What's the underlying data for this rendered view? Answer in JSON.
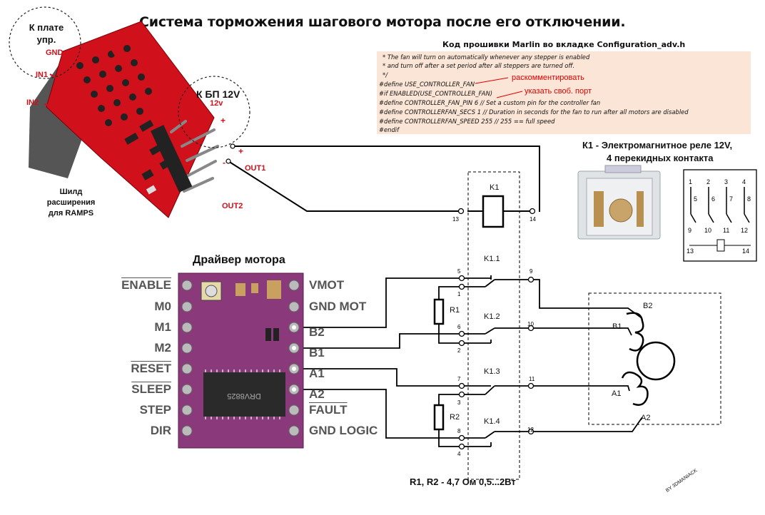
{
  "title": "Система торможения шагового мотора после его отключении.",
  "code_section": {
    "heading": "Код прошивки Marlin во вкладке Configuration_adv.h",
    "lines": [
      "* The fan will turn on automatically whenever any stepper is enabled",
      "* and turn off after a set period after all steppers are turned off.",
      "*/",
      "#define USE_CONTROLLER_FAN",
      "#if ENABLED(USE_CONTROLLER_FAN)",
      "  #define CONTROLLER_FAN_PIN 6  // Set a custom pin for the controller fan",
      "  #define CONTROLLERFAN_SECS 1          // Duration in seconds for the fan to run after all motors are disabled",
      "  #define CONTROLLERFAN_SPEED 255        // 255 == full speed",
      "#endif"
    ],
    "note_uncomment": "раскомментировать",
    "note_port": "указать своб. порт"
  },
  "shield": {
    "bubble_label": "К плате упр.",
    "gnd": "GND",
    "in1": "IN1",
    "in2": "IN2",
    "psu_label": "К БП 12V",
    "psu_voltage": "12v",
    "out1": "OUT1",
    "out2": "OUT2",
    "caption": "Шилд расширения для RAMPS",
    "plus1": "+",
    "minus1": "-",
    "plus2": "+",
    "minus2": "-"
  },
  "relay": {
    "title_line1": "К1 -  Электромагнитное реле  12V,",
    "title_line2": "4 перекидных контакта",
    "coil_label": "K1",
    "coil_pin_left": "13",
    "coil_pin_right": "14",
    "pinout_top": [
      "1",
      "2",
      "3",
      "4"
    ],
    "pinout_mid": [
      "5",
      "6",
      "7",
      "8"
    ],
    "pinout_bottom": [
      "9",
      "10",
      "11",
      "12"
    ],
    "pinout_coil": [
      "13",
      "14"
    ],
    "contacts": [
      {
        "name": "K1.1",
        "nc": "5",
        "com": "1",
        "no": "9"
      },
      {
        "name": "K1.2",
        "nc": "6",
        "com": "2",
        "no": "10"
      },
      {
        "name": "K1.3",
        "nc": "7",
        "com": "3",
        "no": "11"
      },
      {
        "name": "K1.4",
        "nc": "8",
        "com": "4",
        "no": "12"
      }
    ]
  },
  "driver": {
    "title": "Драйвер мотора",
    "left_pins": [
      "ENABLE",
      "M0",
      "M1",
      "M2",
      "RESET",
      "SLEEP",
      "STEP",
      "DIR"
    ],
    "right_pins": [
      "VMOT",
      "GND MOT",
      "B2",
      "B1",
      "A1",
      "A2",
      "FAULT",
      "GND LOGIC"
    ],
    "chip_text": "DRV8825"
  },
  "resistors": {
    "r1": "R1",
    "r2": "R2",
    "spec": "R1, R2 -  4,7 Ом   0,5...2Вт"
  },
  "motor": {
    "b2": "B2",
    "b1": "B1",
    "a1": "A1",
    "a2": "A2"
  },
  "watermark": "BY 3DMANIACK",
  "colors": {
    "wire": "#000000",
    "red_annotation": "#e00000",
    "shield_red": "#d0101a",
    "driver_purple": "#8a3a7a",
    "code_bg": "#fbe5d6"
  }
}
